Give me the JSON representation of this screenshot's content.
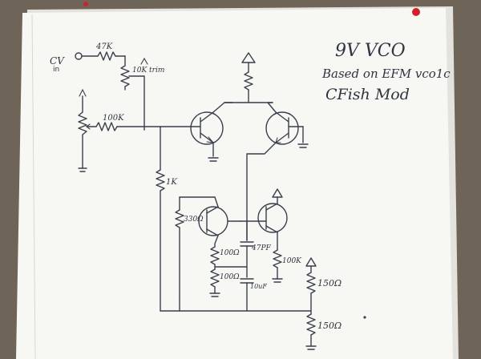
{
  "title": {
    "line1": "9V VCO",
    "line2": "Based on EFM vco1c",
    "line3": "CFish Mod"
  },
  "labels": {
    "cv": "CV",
    "cv_sub": "in",
    "r_47k": "47K",
    "trim_10k": "10K trim",
    "r_100k_left": "100K",
    "r_1k": "1K",
    "r_330": "330Ω",
    "r_100_top": "100Ω",
    "r_100_bottom": "100Ω",
    "c_47pf": "47PF",
    "c_10uf": "10uF",
    "r_100k_right": "100K",
    "r_150_top": "150Ω",
    "r_150_bottom": "150Ω"
  },
  "colors": {
    "paper": "#f7f7f4",
    "ink": "#3a3f4c",
    "carpet": "#6f6458",
    "pin": "#d0202a"
  }
}
